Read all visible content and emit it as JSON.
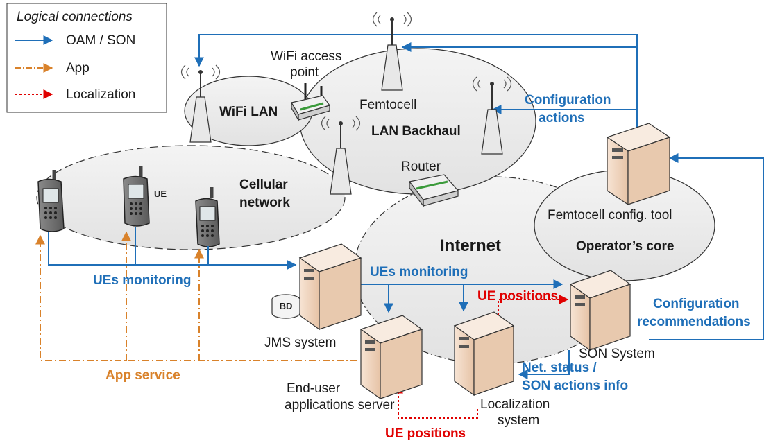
{
  "legend": {
    "title": "Logical connections",
    "items": [
      {
        "label": "OAM / SON",
        "color": "#1f6fb8"
      },
      {
        "label": "App",
        "color": "#d9822b"
      },
      {
        "label": "Localization",
        "color": "#e00000"
      }
    ]
  },
  "regions": {
    "wifi_lan": "WiFi LAN",
    "lan_backhaul": "LAN Backhaul",
    "cellular_line1": "Cellular",
    "cellular_line2": "network",
    "internet": "Internet",
    "operators_core": "Operator’s core"
  },
  "devices": {
    "wifi_ap_line1": "WiFi access",
    "wifi_ap_line2": "point",
    "femtocell": "Femtocell",
    "router": "Router",
    "ue": "UE",
    "femtocell_config_tool": "Femtocell config. tool",
    "jms_system": "JMS system",
    "bd": "BD",
    "son_system": "SON System",
    "end_user_line1": "End-user",
    "end_user_line2": "applications server",
    "localization_line1": "Localization",
    "localization_line2": "system"
  },
  "flows": {
    "configuration_actions_line1": "Configuration",
    "configuration_actions_line2": "actions",
    "ues_monitoring_left": "UEs monitoring",
    "ues_monitoring_right": "UEs monitoring",
    "ue_positions_top": "UE positions",
    "ue_positions_bottom": "UE positions",
    "config_recommendations_line1": "Configuration",
    "config_recommendations_line2": "recommendations",
    "net_status_line1": "Net. status /",
    "net_status_line2": "SON actions info",
    "app_service": "App service"
  },
  "colors": {
    "oam_son": "#1f6fb8",
    "app": "#d9822b",
    "localization": "#e00000"
  }
}
